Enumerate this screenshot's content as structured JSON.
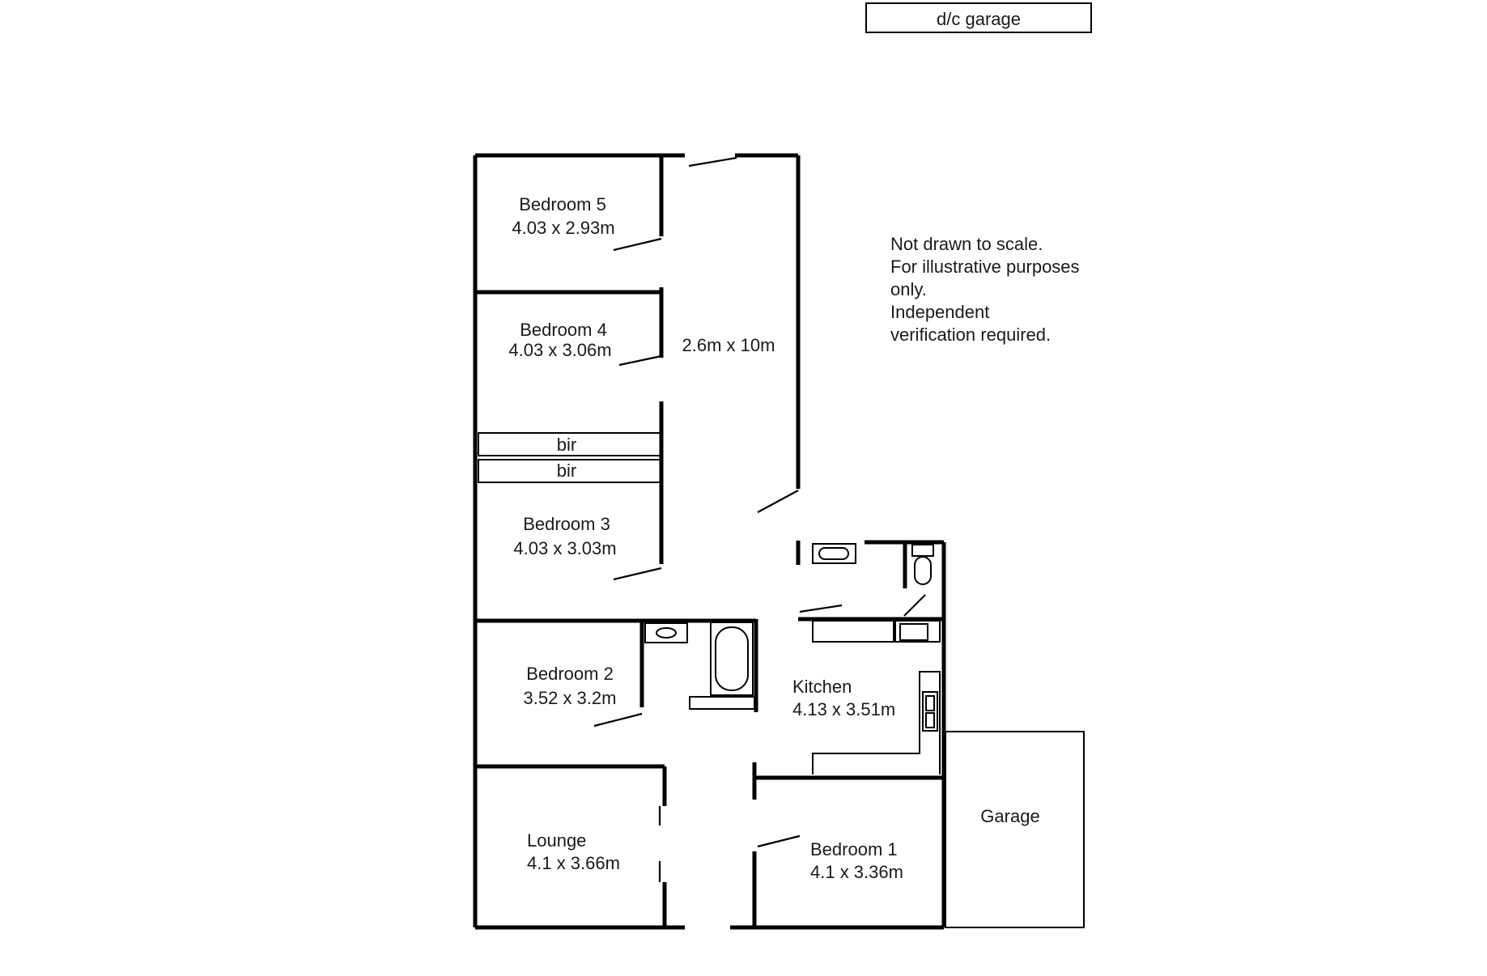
{
  "plan": {
    "external_label": "d/c garage",
    "notes": [
      "Not drawn to scale.",
      "For illustrative purposes",
      "only.",
      "Independent",
      "verification required."
    ],
    "rooms": {
      "bedroom5": {
        "name": "Bedroom 5",
        "size": "4.03 x 2.93m"
      },
      "bedroom4": {
        "name": "Bedroom 4",
        "size": "4.03 x 3.06m"
      },
      "hall": {
        "size": "2.6m x 10m"
      },
      "bir1": {
        "name": "bir"
      },
      "bir2": {
        "name": "bir"
      },
      "bedroom3": {
        "name": "Bedroom 3",
        "size": "4.03 x 3.03m"
      },
      "bedroom2": {
        "name": "Bedroom 2",
        "size": "3.52 x 3.2m"
      },
      "kitchen": {
        "name": "Kitchen",
        "size": "4.13 x 3.51m"
      },
      "lounge": {
        "name": "Lounge",
        "size": "4.1 x 3.66m"
      },
      "bedroom1": {
        "name": "Bedroom 1",
        "size": "4.1 x 3.36m"
      },
      "garage": {
        "name": "Garage"
      }
    }
  }
}
